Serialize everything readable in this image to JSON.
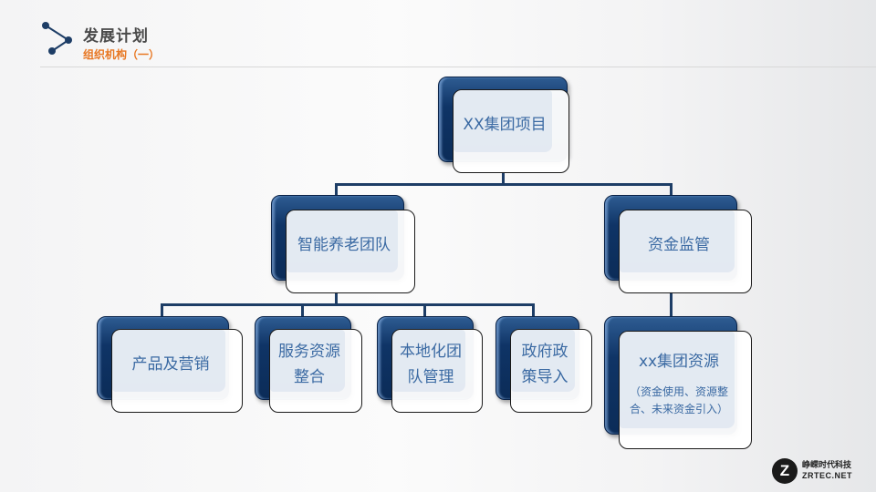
{
  "header": {
    "title": "发展计划",
    "subtitle": "组织机构（一）",
    "icon": "network-nodes-icon",
    "title_color": "#4a4a4a",
    "subtitle_color": "#e87722"
  },
  "org_chart": {
    "root": {
      "label": "XX集团项目"
    },
    "level1": [
      {
        "label": "智能养老团队"
      },
      {
        "label": "资金监管"
      }
    ],
    "level2_team": [
      {
        "label": "产品及营销"
      },
      {
        "label": "服务资源整合"
      },
      {
        "label": "本地化团队管理"
      },
      {
        "label": "政府政策导入"
      }
    ],
    "level2_fund": [
      {
        "label": "xx集团资源",
        "sub": "（资金使用、资源整合、未来资金引入）"
      }
    ],
    "colors": {
      "box_dark": "#0f3466",
      "text": "#3b6aa3",
      "connector": "#1d3d66"
    }
  },
  "brand": {
    "icon": "z-logo-icon",
    "name_cn": "峥嵘时代科技",
    "name_en": "ZRTEC.NET"
  }
}
